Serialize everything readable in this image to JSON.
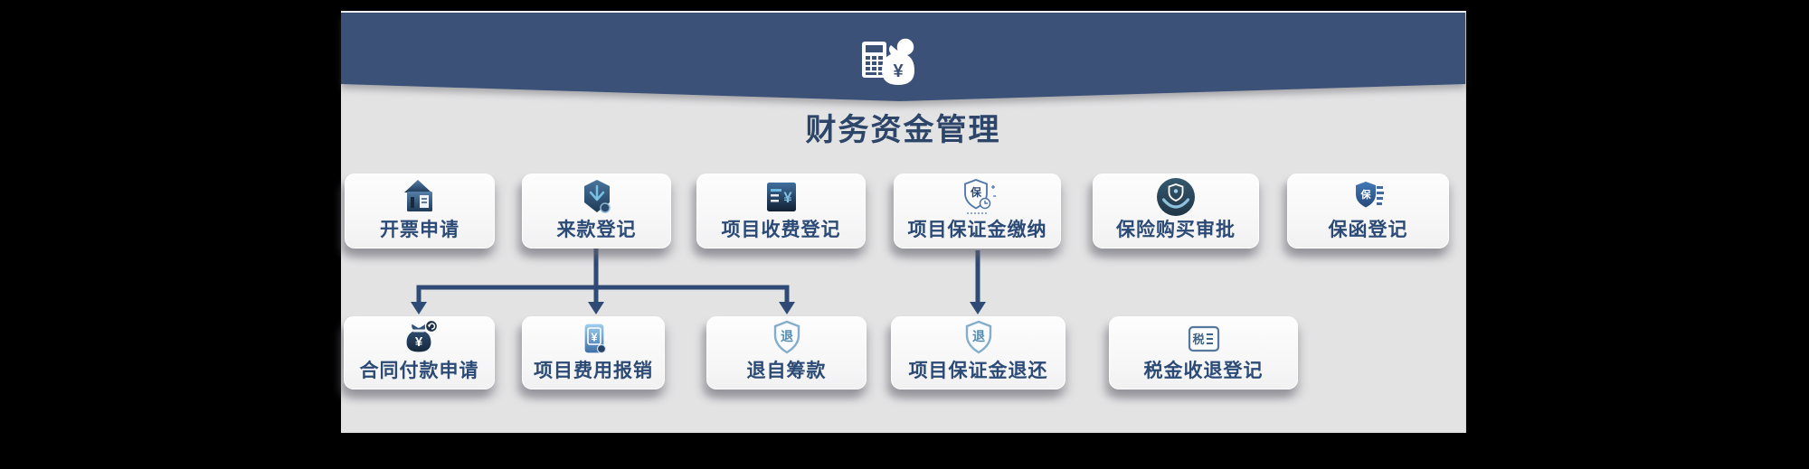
{
  "page": {
    "background": "#000000",
    "panel_background": "#e3e3e4"
  },
  "banner": {
    "color": "#3b5178",
    "icon": "calculator-money-bag-icon"
  },
  "header": {
    "title": "财务资金管理",
    "title_color": "#2c4568"
  },
  "flow": {
    "arrow_color": "#2e4a75",
    "label_color": "#2b4a76",
    "top_row": [
      {
        "label": "开票申请",
        "icon": "bank-invoice-icon"
      },
      {
        "label": "来款登记",
        "icon": "incoming-payment-shield-icon"
      },
      {
        "label": "项目收费登记",
        "icon": "fee-list-icon",
        "icon_glyph": "¥"
      },
      {
        "label": "项目保证金缴纳",
        "icon": "deposit-shield-icon",
        "icon_glyph": "保"
      },
      {
        "label": "保险购买审批",
        "icon": "insurance-hands-shield-icon"
      },
      {
        "label": "保函登记",
        "icon": "guarantee-shield-doc-icon",
        "icon_glyph": "保"
      }
    ],
    "bottom_row": [
      {
        "label": "合同付款申请",
        "icon": "money-bag-sync-icon",
        "icon_glyph": "¥"
      },
      {
        "label": "项目费用报销",
        "icon": "expense-receipt-icon",
        "icon_glyph": "¥"
      },
      {
        "label": "退自筹款",
        "icon": "refund-shield-icon",
        "icon_glyph": "退"
      },
      {
        "label": "项目保证金退还",
        "icon": "refund-shield-icon",
        "icon_glyph": "退"
      },
      {
        "label": "税金收退登记",
        "icon": "tax-doc-icon",
        "icon_glyph": "税"
      }
    ],
    "connections": [
      {
        "from": "来款登记",
        "to": "合同付款申请"
      },
      {
        "from": "来款登记",
        "to": "项目费用报销"
      },
      {
        "from": "来款登记",
        "to": "退自筹款"
      },
      {
        "from": "项目保证金缴纳",
        "to": "项目保证金退还"
      }
    ]
  }
}
